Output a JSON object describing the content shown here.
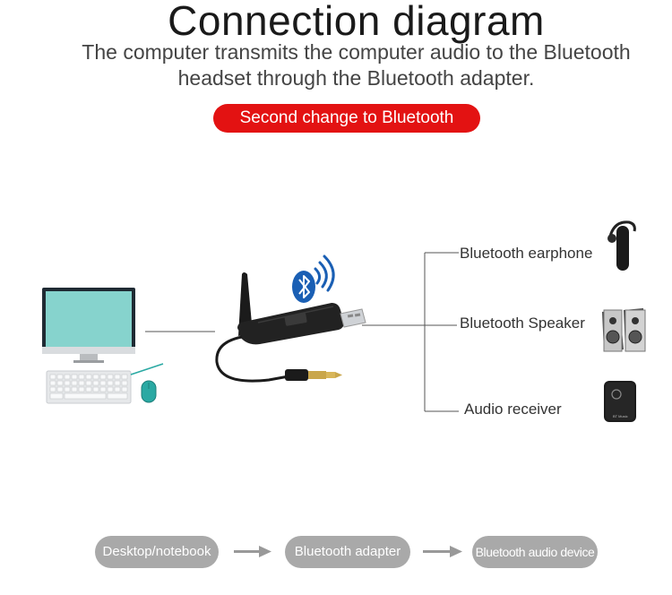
{
  "header": {
    "title": "Connection diagram",
    "subtitle": "The computer transmits the computer audio to the Bluetooth headset through the Bluetooth adapter.",
    "badge": "Second change to Bluetooth"
  },
  "outputs": {
    "earphone": "Bluetooth earphone",
    "speaker": "Bluetooth Speaker",
    "receiver": "Audio receiver"
  },
  "receiver_device_text": "BT Music",
  "flow": {
    "step1": "Desktop/notebook",
    "step2": "Bluetooth adapter",
    "step3": "Bluetooth audio device"
  },
  "colors": {
    "badge": "#e31212",
    "bluetooth": "#1a5fb4",
    "monitor_screen": "#86d3cd",
    "mouse": "#2aa9a3",
    "flow_pill": "#a9a9a9"
  }
}
